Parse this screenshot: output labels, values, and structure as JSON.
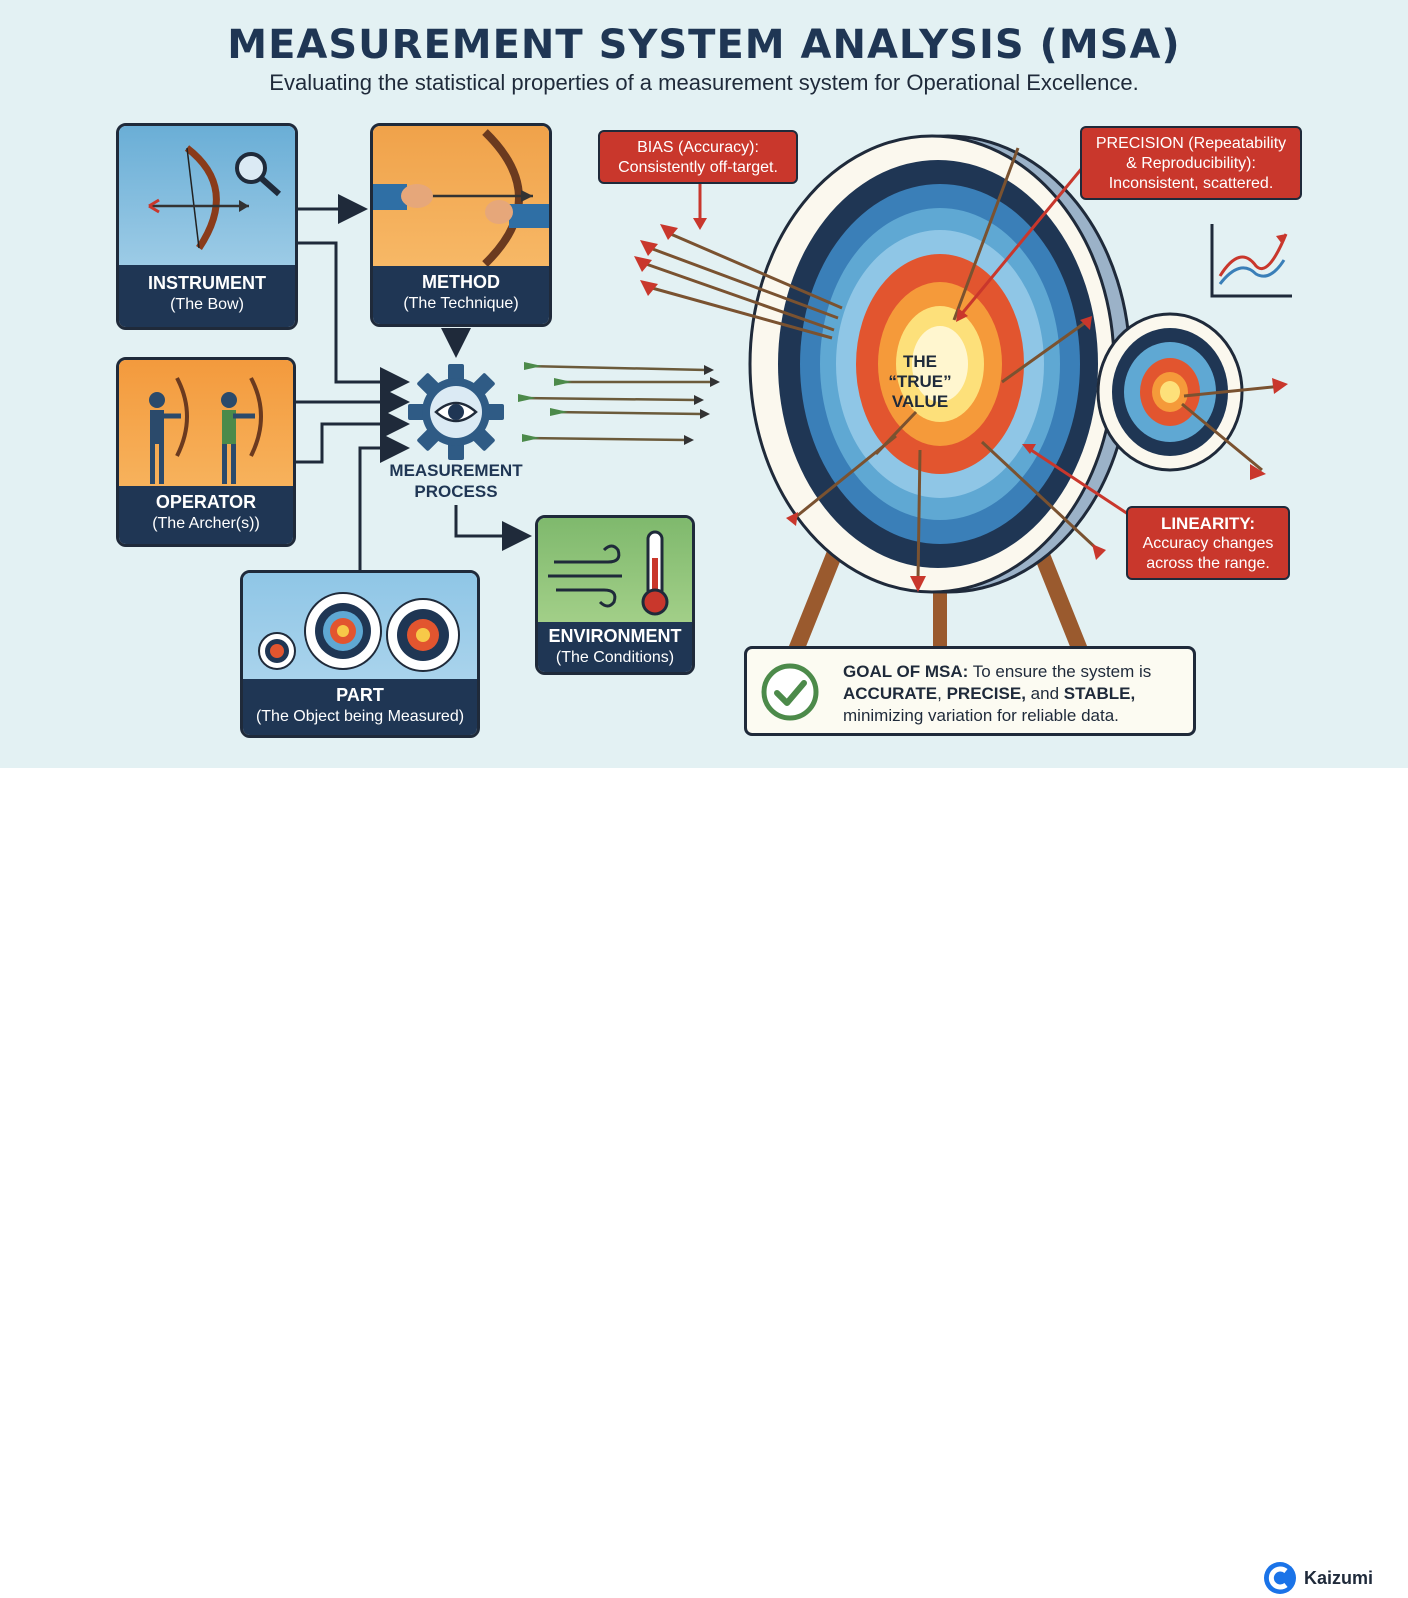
{
  "title": "MEASUREMENT SYSTEM ANALYSIS (MSA)",
  "subtitle": "Evaluating the statistical properties of a measurement system for Operational Excellence.",
  "inputs": {
    "instrument": {
      "title": "INSTRUMENT",
      "sub": "(The Bow)"
    },
    "method": {
      "title": "METHOD",
      "sub": "(The Technique)"
    },
    "operator": {
      "title": "OPERATOR",
      "sub": "(The Archer(s))"
    },
    "part": {
      "title": "PART",
      "sub": "(The Object being Measured)"
    },
    "environment": {
      "title": "ENVIRONMENT",
      "sub": "(The Conditions)"
    }
  },
  "process": {
    "line1": "MEASUREMENT",
    "line2": "PROCESS"
  },
  "target": {
    "line1": "THE",
    "line2": "“TRUE”",
    "line3": "VALUE"
  },
  "callouts": {
    "bias": {
      "line1": "BIAS (Accuracy):",
      "line2": "Consistently off-target."
    },
    "precision": {
      "line1": "PRECISION (Repeatability",
      "line2": "& Reproducibility):",
      "line3": "Inconsistent, scattered."
    },
    "linearity": {
      "line1": "LINEARITY:",
      "line2": "Accuracy changes",
      "line3": "across the range."
    }
  },
  "goal": {
    "lead": "GOAL OF MSA:",
    "text1": " To ensure the system is ",
    "accurate": "ACCURATE",
    "comma1": ", ",
    "precise": "PRECISE,",
    "and": " and ",
    "stable": "STABLE,",
    "text2": " minimizing variation for reliable data."
  },
  "brand": {
    "name": "Kaizumi"
  },
  "colors": {
    "navy": "#1f3654",
    "red": "#c9372c",
    "orange": "#f39a3d",
    "blue": "#5fa8d3",
    "green": "#6ea35a"
  }
}
